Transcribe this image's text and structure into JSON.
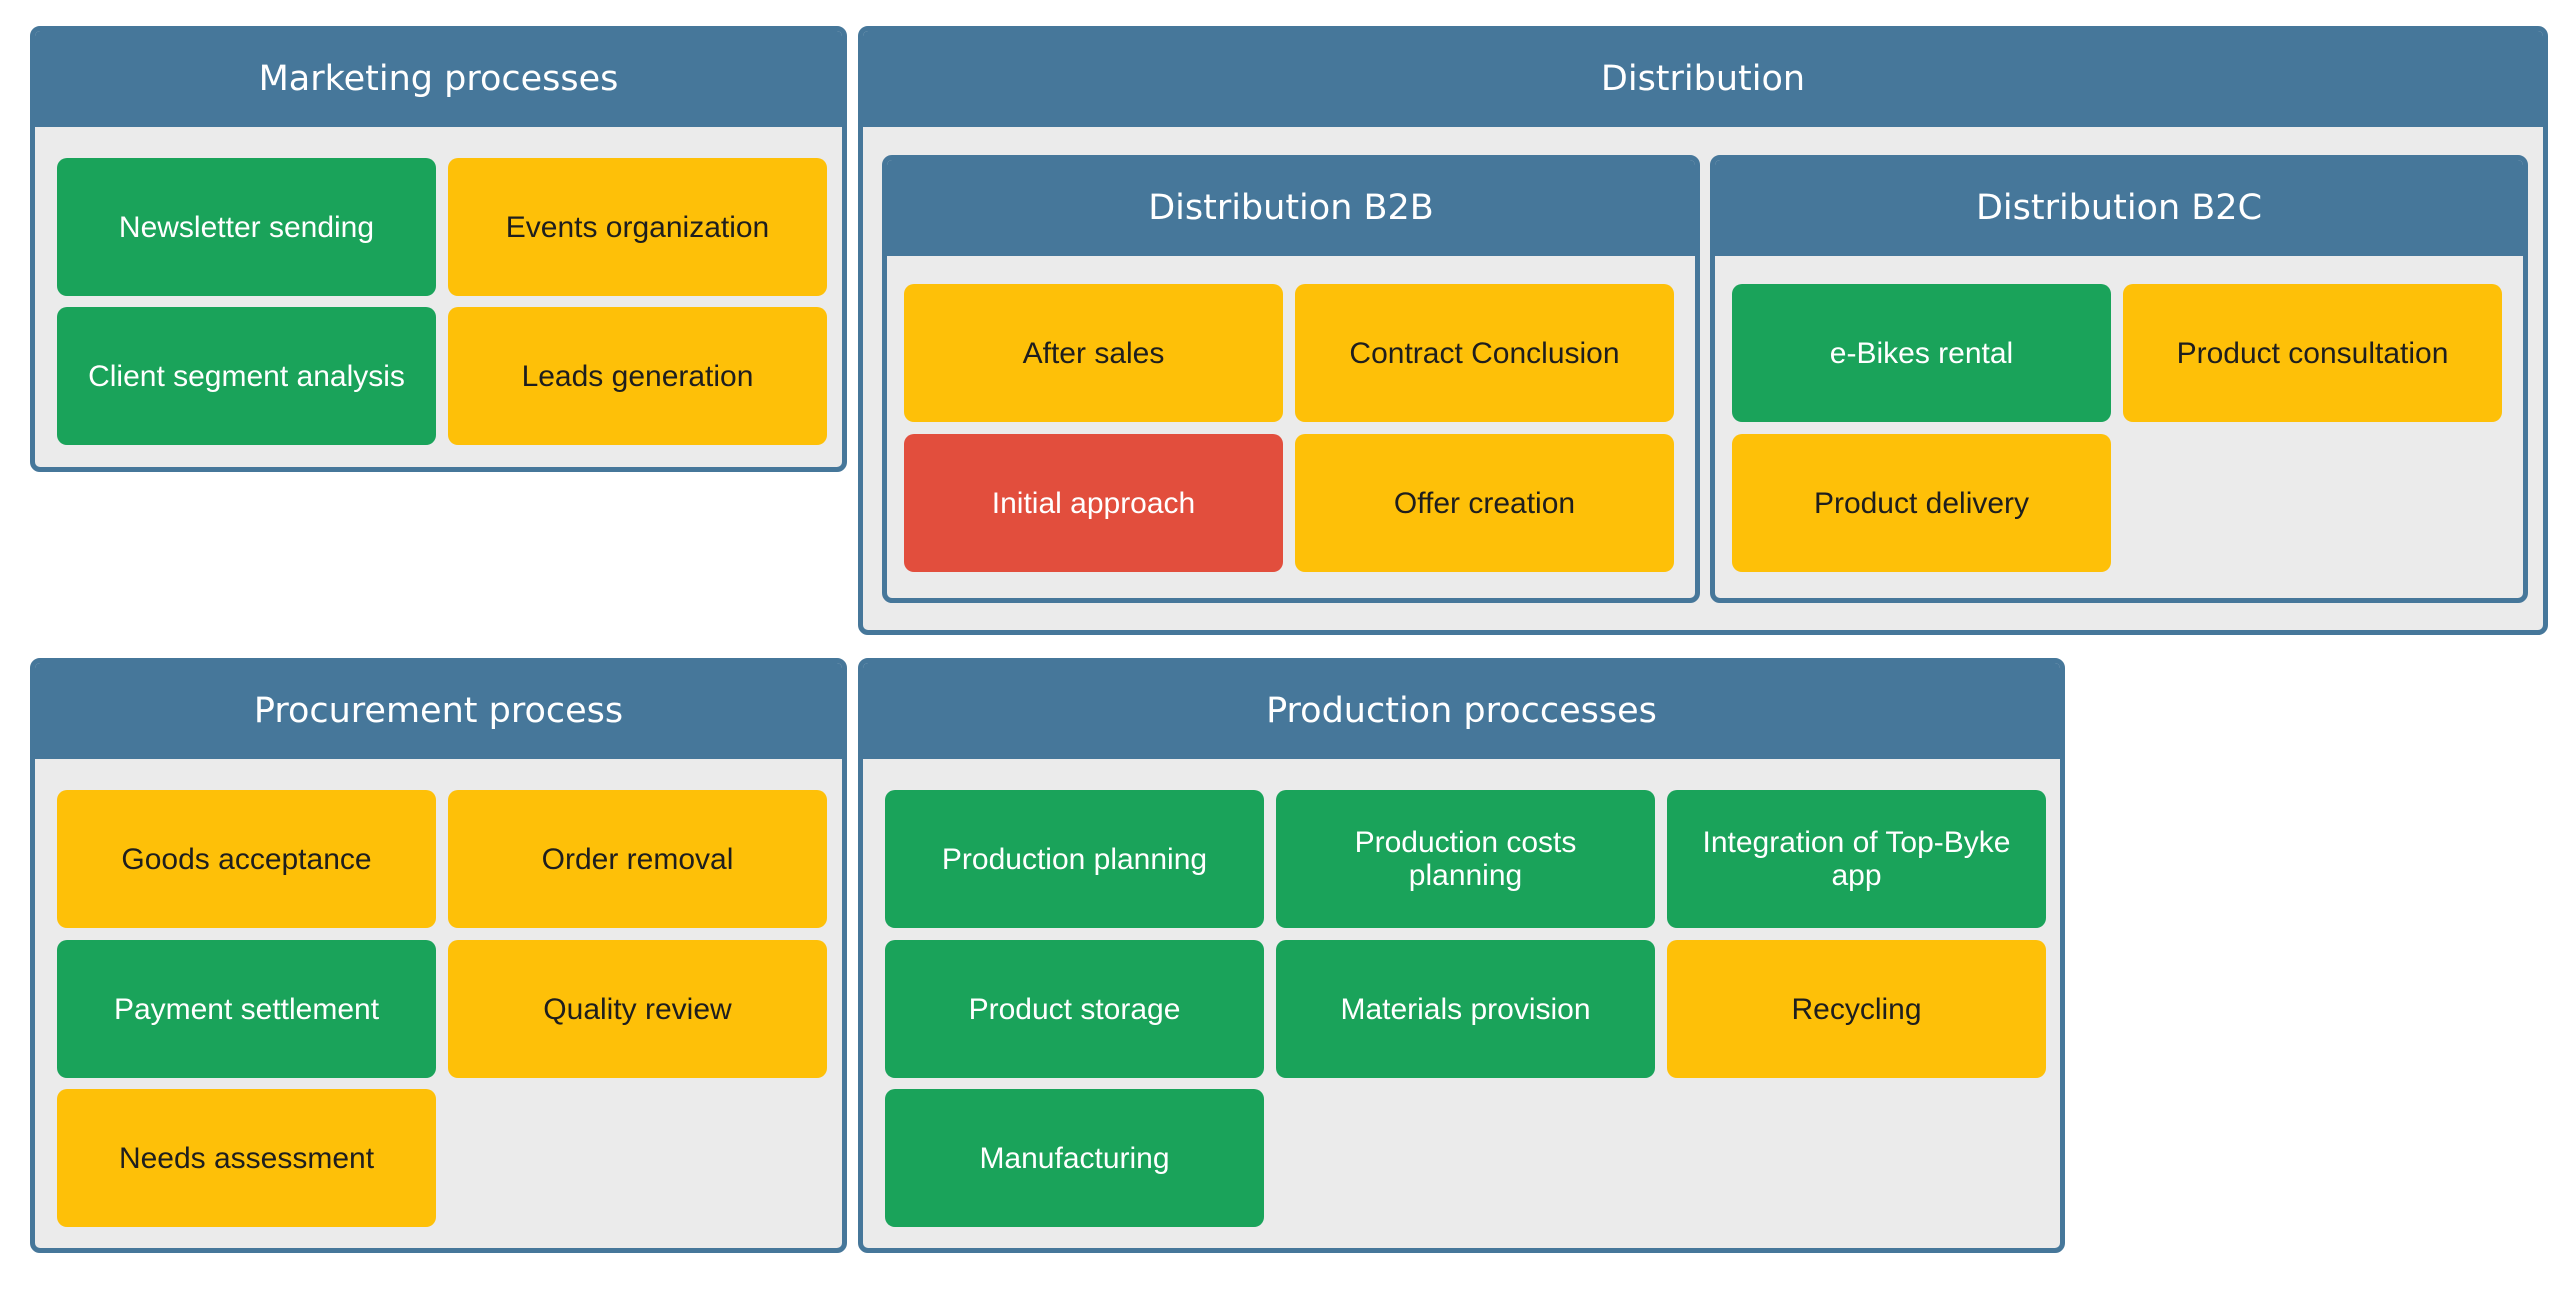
{
  "colors": {
    "header": "#46779a",
    "panel": "#ebebeb",
    "green": "#1aa35a",
    "yellow": "#fec008",
    "red": "#e24e3d"
  },
  "marketing": {
    "title": "Marketing processes",
    "items": [
      {
        "label": "Newsletter sending",
        "status": "green"
      },
      {
        "label": "Events organization",
        "status": "yellow"
      },
      {
        "label": "Client segment analysis",
        "status": "green"
      },
      {
        "label": "Leads generation",
        "status": "yellow"
      }
    ]
  },
  "distribution": {
    "title": "Distribution",
    "b2b": {
      "title": "Distribution B2B",
      "items": [
        {
          "label": "After sales",
          "status": "yellow"
        },
        {
          "label": "Contract Conclusion",
          "status": "yellow"
        },
        {
          "label": "Initial approach",
          "status": "red"
        },
        {
          "label": "Offer creation",
          "status": "yellow"
        }
      ]
    },
    "b2c": {
      "title": "Distribution B2C",
      "items": [
        {
          "label": "e-Bikes rental",
          "status": "green"
        },
        {
          "label": "Product consultation",
          "status": "yellow"
        },
        {
          "label": "Product delivery",
          "status": "yellow"
        }
      ]
    }
  },
  "procurement": {
    "title": "Procurement process",
    "items": [
      {
        "label": "Goods acceptance",
        "status": "yellow"
      },
      {
        "label": "Order removal",
        "status": "yellow"
      },
      {
        "label": "Payment settlement",
        "status": "green"
      },
      {
        "label": "Quality review",
        "status": "yellow"
      },
      {
        "label": "Needs assessment",
        "status": "yellow"
      }
    ]
  },
  "production": {
    "title": "Production proccesses",
    "items": [
      {
        "label": "Production planning",
        "status": "green"
      },
      {
        "label": "Production costs planning",
        "status": "green"
      },
      {
        "label": "Integration of Top-Byke app",
        "status": "green"
      },
      {
        "label": "Product storage",
        "status": "green"
      },
      {
        "label": "Materials provision",
        "status": "green"
      },
      {
        "label": "Recycling",
        "status": "yellow"
      },
      {
        "label": "Manufacturing",
        "status": "green"
      }
    ]
  }
}
